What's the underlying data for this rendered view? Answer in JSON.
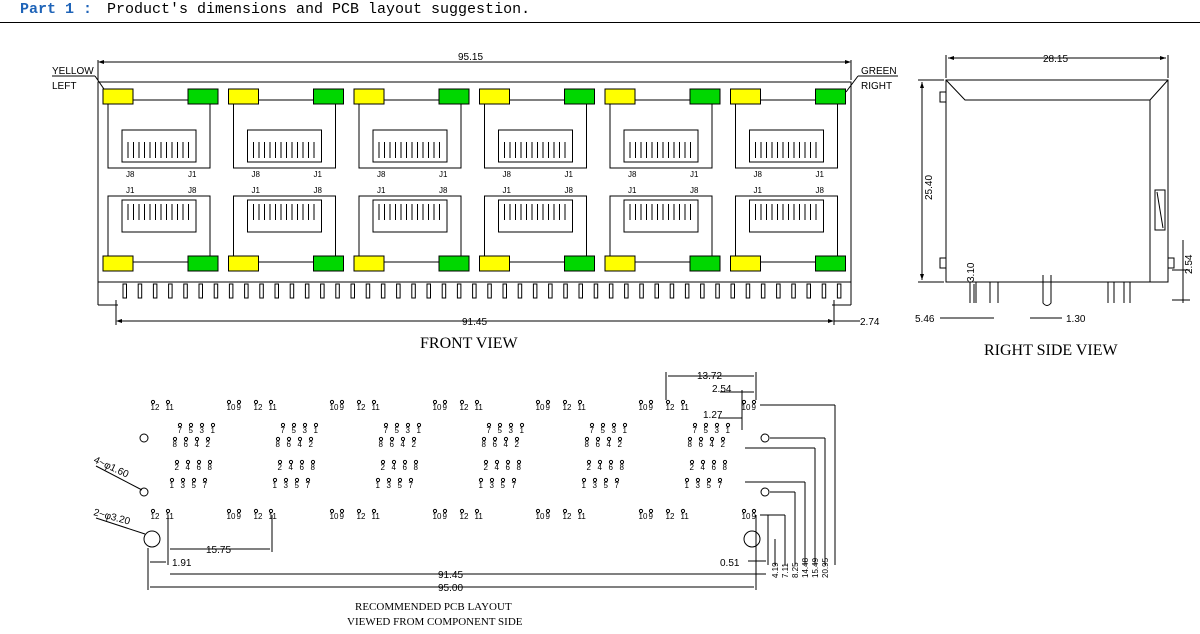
{
  "header": {
    "part": "Part 1 :",
    "title": "Product's dimensions and PCB layout suggestion."
  },
  "front_view": {
    "caption": "FRONT VIEW",
    "width_top": "95.15",
    "width_bottom": "91.45",
    "offset": "2.74",
    "led_left_label": "YELLOW",
    "led_left_pos": "LEFT",
    "led_right_label": "GREEN",
    "led_right_pos": "RIGHT",
    "pin_top_left": "J8",
    "pin_top_right": "J1",
    "pin_bot_left": "J1",
    "pin_bot_right": "J8",
    "colors": {
      "yellow": "#ffff00",
      "green": "#00d700"
    }
  },
  "side_view": {
    "caption": "RIGHT SIDE VIEW",
    "depth": "28.15",
    "height": "25.40",
    "dim_310": "3.10",
    "dim_254": "2.54",
    "dim_546": "5.46",
    "dim_130": "1.30"
  },
  "pcb": {
    "caption_line1": "RECOMMENDED PCB LAYOUT",
    "caption_line2": "VIEWED FROM COMPONENT SIDE",
    "hole_small": "4~φ1.60",
    "hole_big": "2~φ3.20",
    "d_1372": "13.72",
    "d_254": "2.54",
    "d_127": "1.27",
    "d_1575": "15.75",
    "d_191": "1.91",
    "d_9145": "91.45",
    "d_9500": "95.00",
    "d_051": "0.51",
    "right_dims": [
      "4.19",
      "7.11",
      "8.25",
      "14.48",
      "15.49",
      "20.95"
    ],
    "pins_top_row": [
      "12",
      "11",
      "10",
      "9"
    ],
    "pins_a": [
      "7",
      "5",
      "3",
      "1"
    ],
    "pins_b": [
      "8",
      "6",
      "4",
      "2"
    ]
  }
}
